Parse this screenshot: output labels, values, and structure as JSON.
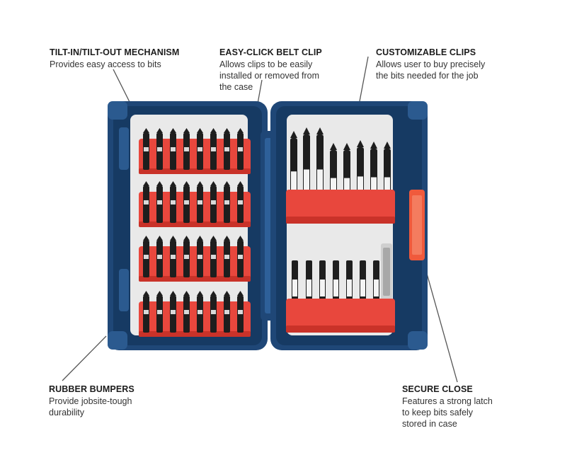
{
  "callouts": {
    "tilt": {
      "title": "TILT-IN/TILT-OUT MECHANISM",
      "lines": [
        "Provides easy access to bits"
      ]
    },
    "belt_clip": {
      "title": "EASY-CLICK BELT CLIP",
      "lines": [
        "Allows clips to be easily",
        "installed or removed from",
        "the case"
      ]
    },
    "custom_clips": {
      "title": "CUSTOMIZABLE CLIPS",
      "lines": [
        "Allows user to buy precisely",
        "the bits needed for the job"
      ]
    },
    "bumpers": {
      "title": "RUBBER BUMPERS",
      "lines": [
        "Provide jobsite-tough",
        "durability"
      ]
    },
    "secure_close": {
      "title": "SECURE CLOSE",
      "lines": [
        "Features a strong latch",
        "to keep bits safely",
        "stored in case"
      ]
    }
  },
  "colors": {
    "case_blue": "#1f4777",
    "case_dark": "#163a63",
    "tray_gray": "#e9e9e9",
    "clip_red": "#e8473d",
    "bit_black": "#1e1e1e",
    "latch_orange": "#f05a3c"
  }
}
